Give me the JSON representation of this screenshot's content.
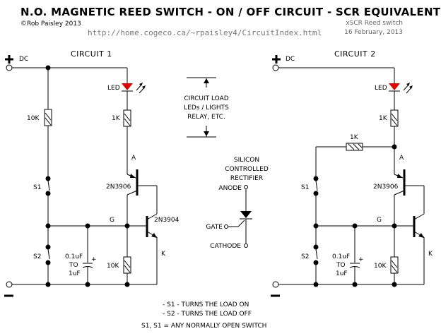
{
  "header": {
    "title": "N.O.  MAGNETIC REED SWITCH - ON / OFF CIRCUIT - SCR EQUIVALENT",
    "author": "©Rob Paisley 2013",
    "url": "http://home.cogeco.ca/~rpaisley4/CircuitIndex.html",
    "file_name": "xSCR Reed switch",
    "date": "16 February, 2013"
  },
  "circuit1": {
    "title": "CIRCUIT 1",
    "dc_label": "DC",
    "plus": "+",
    "minus": "—",
    "led_label": "LED",
    "r_top_left": "10K",
    "r_load": "1K",
    "node_a": "A",
    "node_g": "G",
    "node_k": "K",
    "q1": "2N3906",
    "q2": "2N3904",
    "s1": "S1",
    "s2": "S2",
    "cap_line1": "0.1uF",
    "cap_line2": "TO",
    "cap_line3": "1uF",
    "cap_plus": "+",
    "r_bottom": "10K"
  },
  "circuit2": {
    "title": "CIRCUIT 2",
    "dc_label": "DC",
    "plus": "+",
    "minus": "—",
    "led_label": "LED",
    "r_load": "1K",
    "r_feedback": "1K",
    "node_a": "A",
    "node_g": "G",
    "node_k": "K",
    "q1": "2N3906",
    "s1": "S1",
    "s2": "S2",
    "cap_line1": "0.1uF",
    "cap_line2": "TO",
    "cap_line3": "1uF",
    "cap_plus": "+",
    "r_bottom": "10K"
  },
  "load_note": {
    "line1": "CIRCUIT LOAD",
    "line2": "LEDs / LIGHTS",
    "line3": "RELAY, ETC."
  },
  "scr": {
    "title1": "SILICON",
    "title2": "CONTROLLED",
    "title3": "RECTIFIER",
    "anode": "ANODE",
    "gate": "GATE",
    "cathode": "CATHODE"
  },
  "notes": {
    "line1": "- S1 - TURNS THE LOAD ON",
    "line2": "- S2 - TURNS THE LOAD OFF",
    "line3": "S1, S1 = ANY NORMALLY OPEN SWITCH"
  }
}
